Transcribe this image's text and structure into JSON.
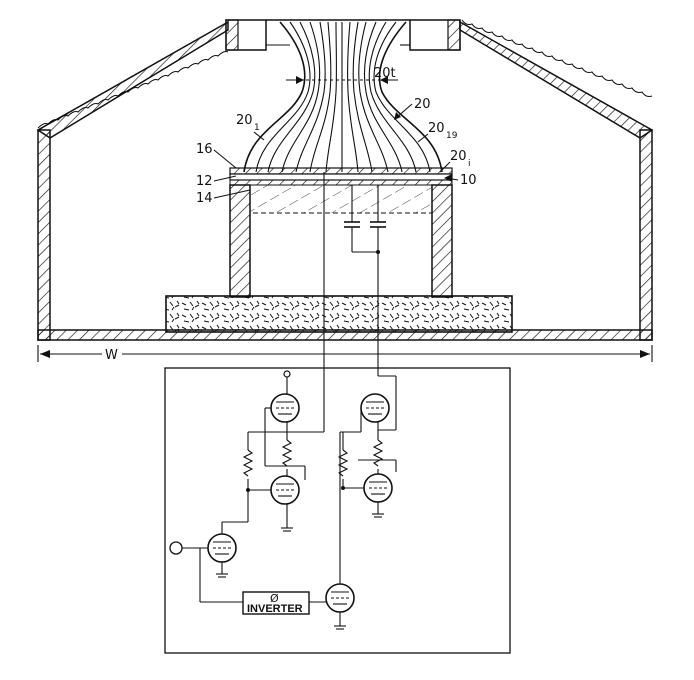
{
  "labels": {
    "fiber_bundle": "20",
    "fiber_first": "20",
    "fiber_first_sub": "1",
    "fiber_last": "20",
    "fiber_last_sub": "19",
    "fiber_i": "20",
    "fiber_i_sub": "i",
    "fiber_thickness": "20t",
    "plate_16": "16",
    "plate_12": "12",
    "plate_14": "14",
    "assembly_10": "10",
    "width": "W",
    "inverter": "INVERTER",
    "phase_symbol": "Ø"
  }
}
